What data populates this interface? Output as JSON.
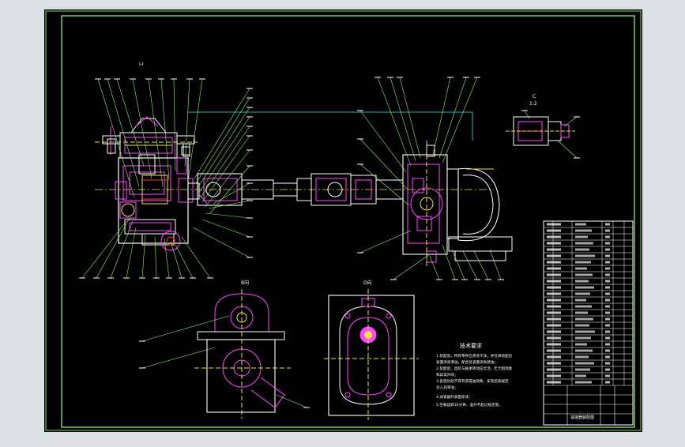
{
  "colors": {
    "background": "#dde1e6",
    "paper": "#000000",
    "frame": "#7ddc6a",
    "outline": "#ffffff",
    "parts": "#ff44ff",
    "leader": "#8ff56a",
    "yellow": "#f2e43a",
    "red": "#ff3030",
    "cyan": "#38e6e6"
  },
  "views": {
    "section_top": "I-I",
    "view_b": "B向",
    "view_d": "D向",
    "detail_c_letter": "C",
    "detail_c_scale": "1:2"
  },
  "tech_req": {
    "title": "技术要求",
    "lines": [
      "1.装配前，所有零件应清洗干净，并在滑动配合",
      "  表面涂润滑油，配合处表面涂防锈油；",
      "2.装配后，齿轮与轴承转动应灵活，无卡阻现象",
      "  和异常声响；",
      "3.各密封处不得有渗漏油现象，安装后按规定",
      "  注入润滑油；",
      "4.减速器外表面涂漆；",
      "5.空载运转30分钟，温升不超过规定值。"
    ]
  },
  "title_block": {
    "drawing_name": "减速器装配图"
  }
}
